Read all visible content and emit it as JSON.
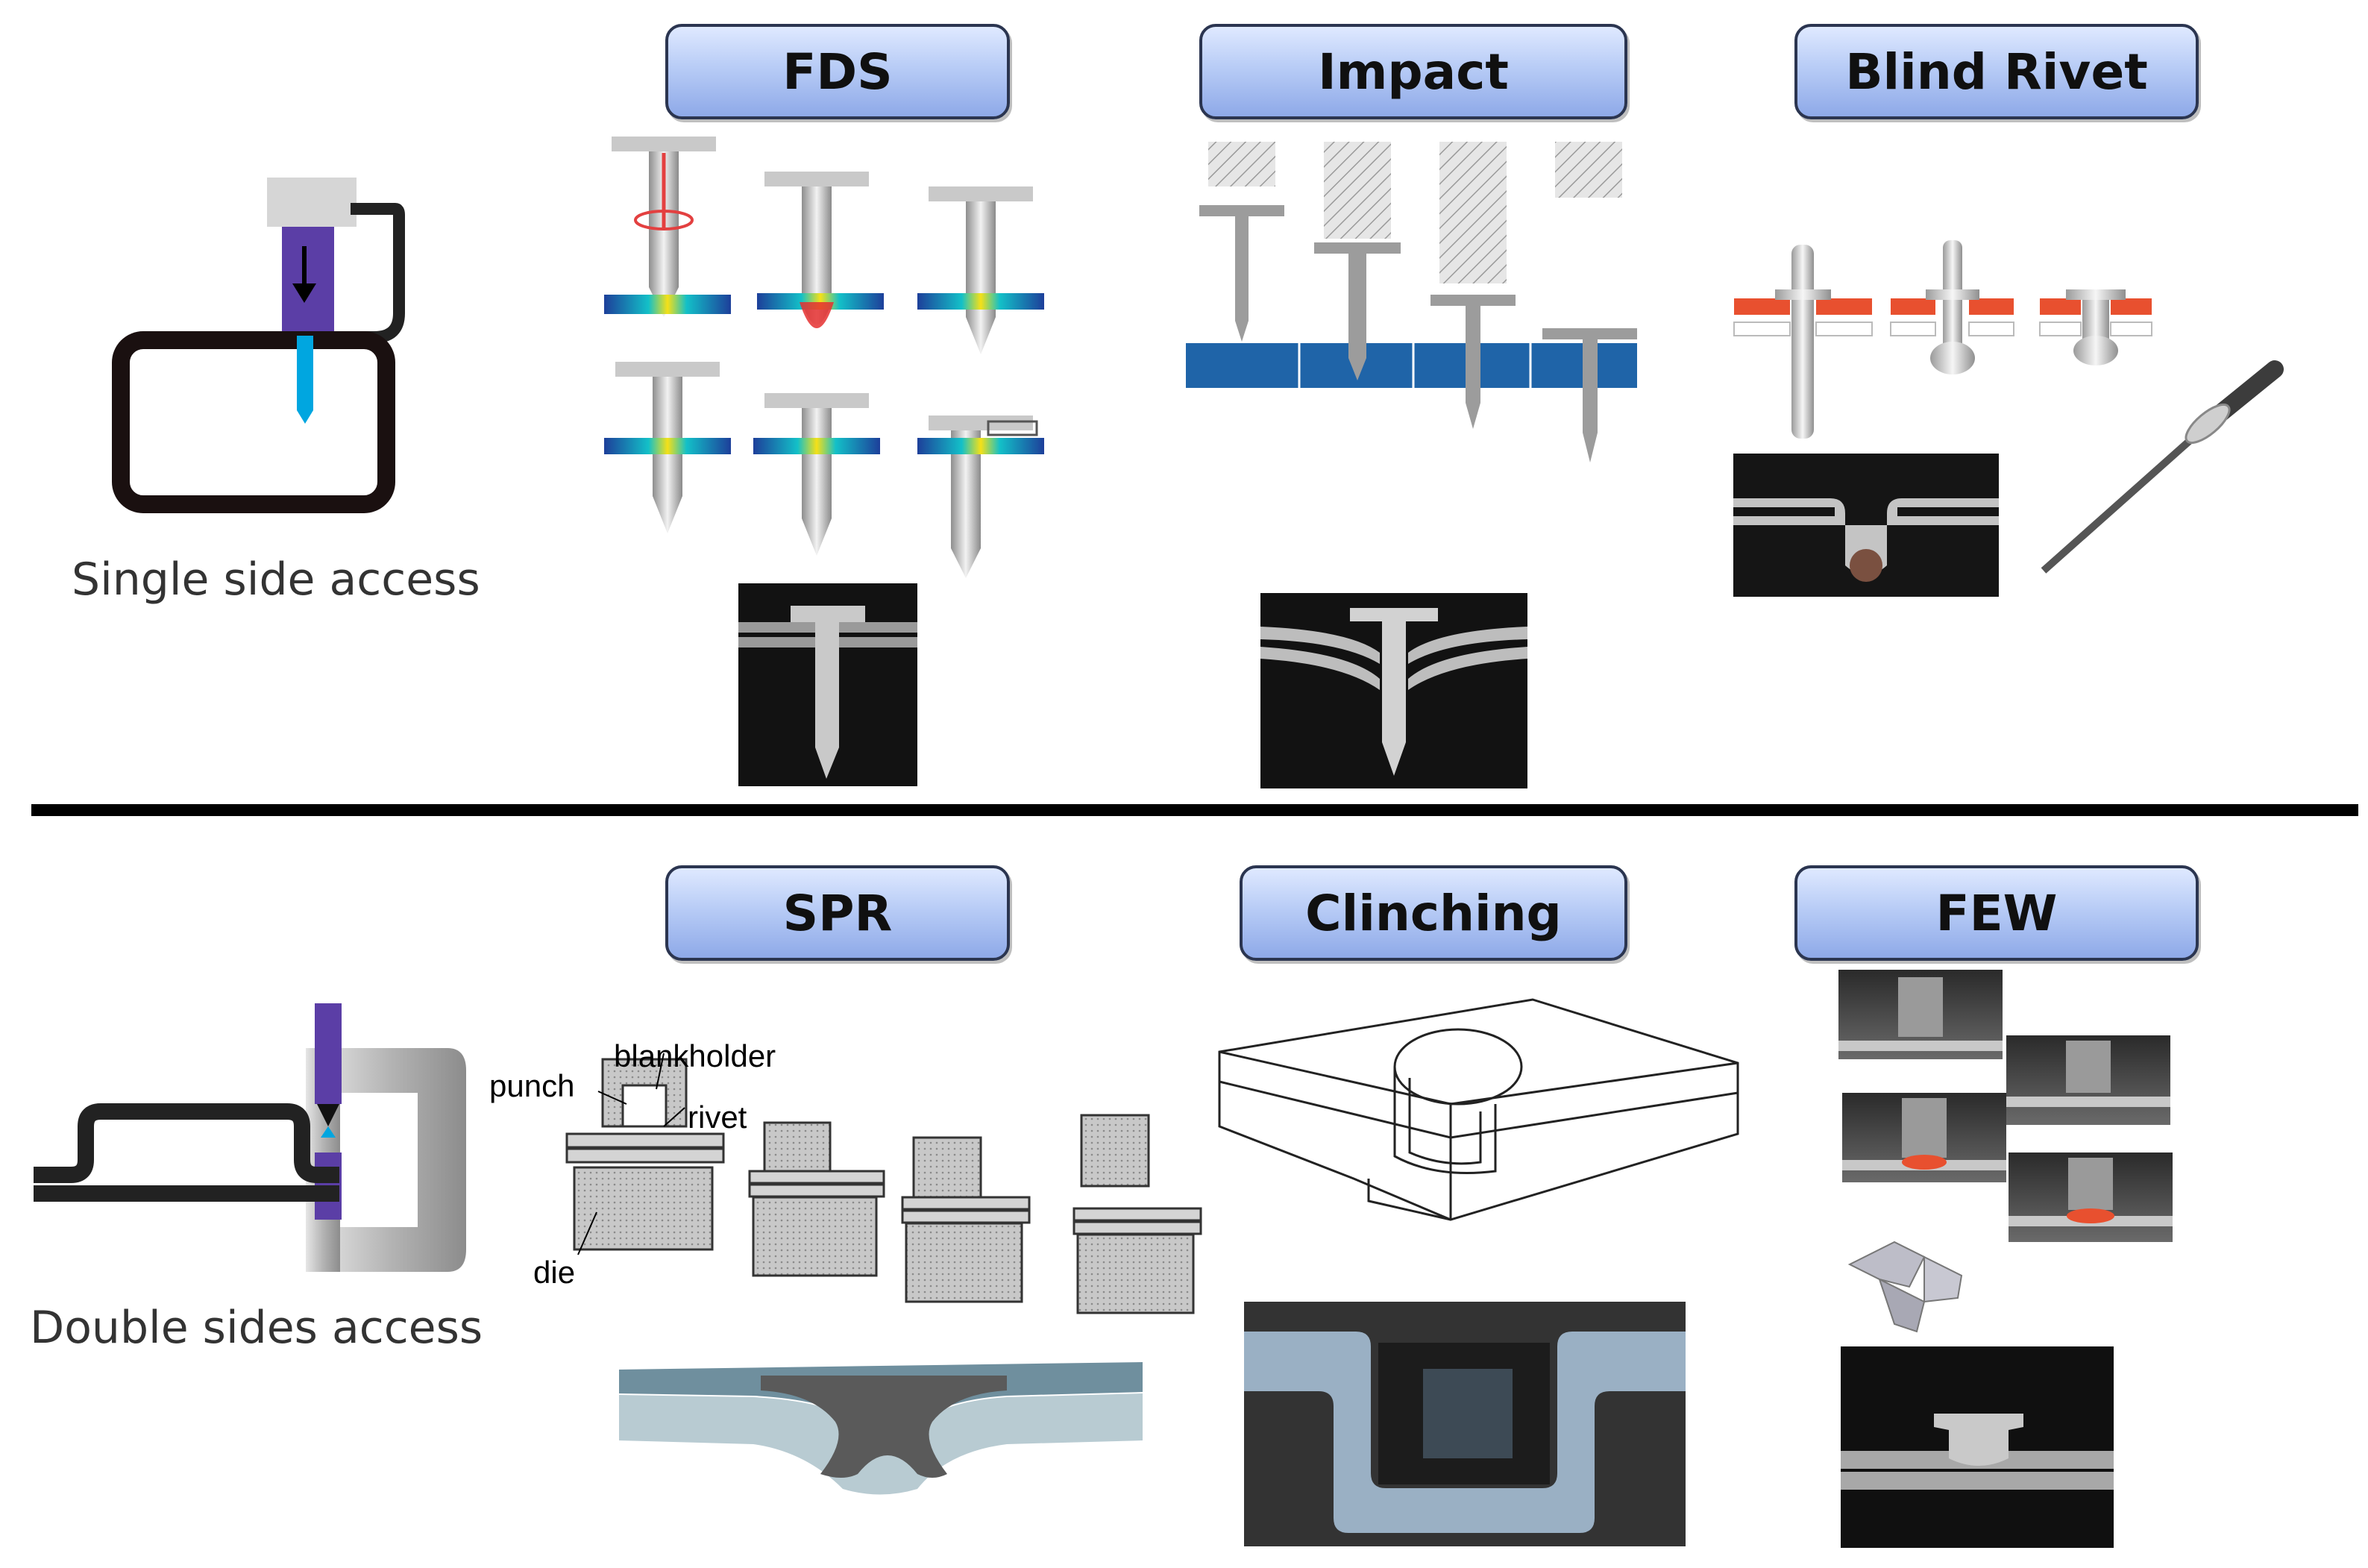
{
  "sections": {
    "single": {
      "label": "Single side access"
    },
    "double": {
      "label": "Double sides access"
    }
  },
  "methods": {
    "fds": "FDS",
    "impact": "Impact",
    "blind_rivet": "Blind Rivet",
    "spr": "SPR",
    "clinching": "Clinching",
    "few": "FEW"
  },
  "spr_callouts": {
    "punch": "punch",
    "blankholder": "blankholder",
    "rivet": "rivet",
    "die": "die"
  },
  "colors": {
    "box_border": "#2b3550",
    "box_fill": "#b8ccf6",
    "sheet_blue": "#1f64a8",
    "tool_purple": "#5b3ea6",
    "rivet_red": "#e8502f"
  }
}
